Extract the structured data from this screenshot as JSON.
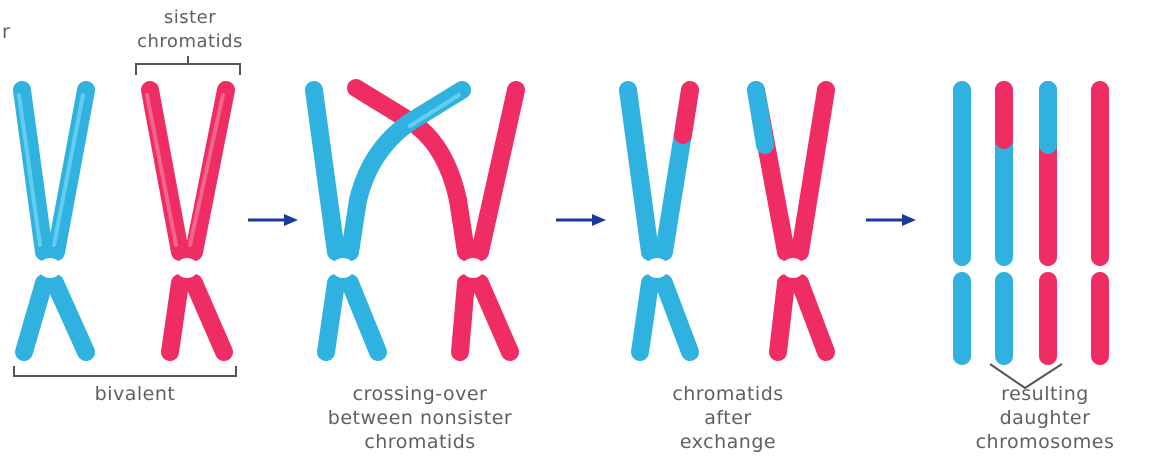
{
  "colors": {
    "blue": "#2fb2df",
    "blue_dark": "#1b86b4",
    "pink": "#ef2c63",
    "pink_dark": "#bd1d49",
    "arrow": "#183a9c",
    "text": "#5f5f5f"
  },
  "labels": {
    "corner": "r",
    "sister_line1": "sister",
    "sister_line2": "chromatids",
    "bivalent": "bivalent",
    "crossing_line1": "crossing-over",
    "crossing_line2": "between nonsister",
    "crossing_line3": "chromatids",
    "after_line1": "chromatids",
    "after_line2": "after",
    "after_line3": "exchange",
    "result_line1": "resulting",
    "result_line2": "daughter",
    "result_line3": "chromosomes"
  },
  "icons": [
    "arrow-right-icon",
    "arrow-right-icon",
    "arrow-right-icon"
  ]
}
